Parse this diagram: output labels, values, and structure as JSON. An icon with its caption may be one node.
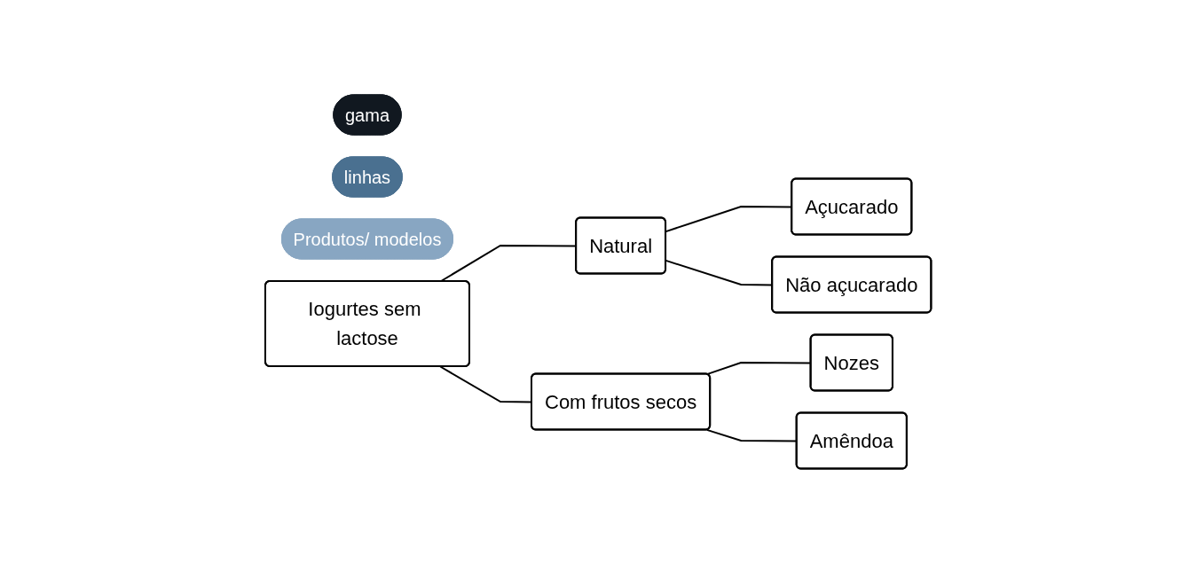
{
  "diagram": {
    "nodes": [
      {
        "text": [
          "gama"
        ]
      },
      {
        "text": [
          "linhas"
        ]
      },
      {
        "text": [
          "Produtos/ modelos"
        ]
      },
      {
        "text": [
          "Iogurtes sem lactose"
        ]
      },
      {
        "text": [
          "Natural"
        ]
      },
      {
        "text": [
          "Com frutos secos"
        ]
      },
      {
        "text": [
          "Açucarado"
        ]
      },
      {
        "text": [
          "Não açucarado"
        ]
      },
      {
        "text": [
          "Nozes"
        ]
      },
      {
        "text": [
          "Amêndoa"
        ]
      }
    ],
    "edges": [
      {
        "from": 3,
        "to": 4,
        "arrow": "none"
      },
      {
        "from": 3,
        "to": 5,
        "arrow": "none"
      },
      {
        "from": 4,
        "to": 6,
        "arrow": "none"
      },
      {
        "from": 4,
        "to": 7,
        "arrow": "none"
      },
      {
        "from": 5,
        "to": 8,
        "arrow": "none"
      },
      {
        "from": 5,
        "to": 9,
        "arrow": "none"
      }
    ]
  }
}
